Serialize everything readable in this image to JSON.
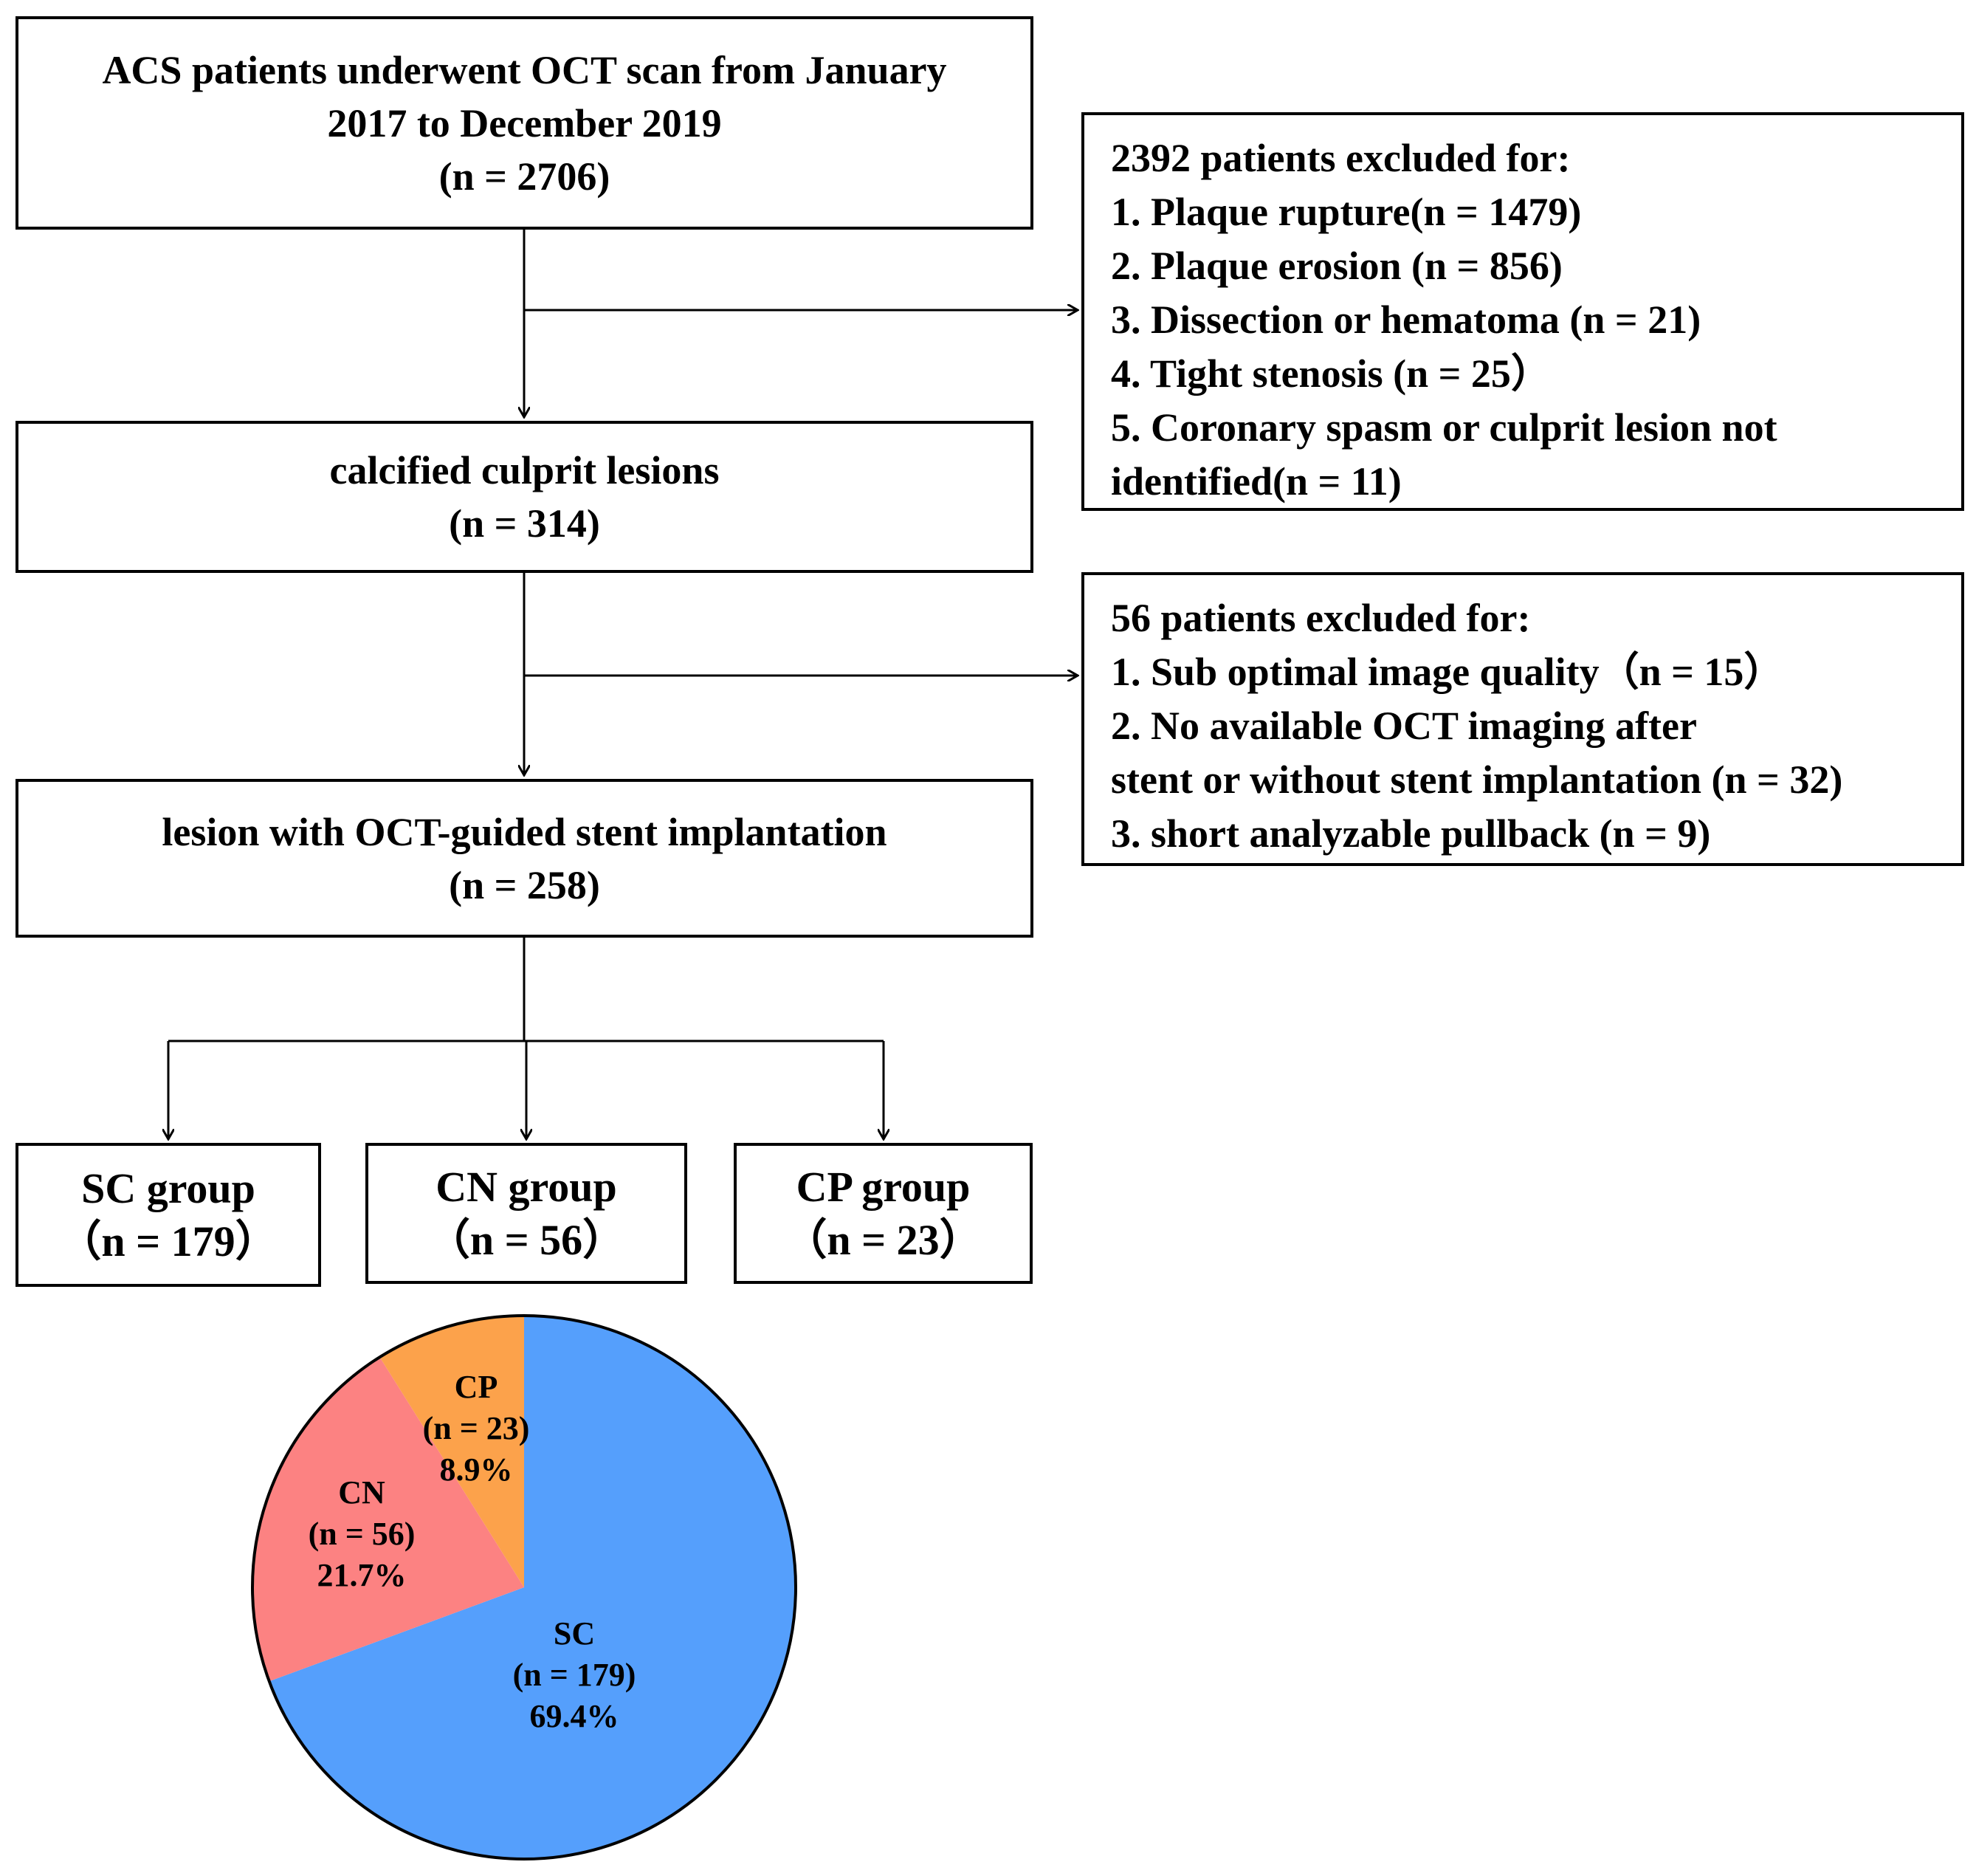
{
  "flow": {
    "start": {
      "line1": "ACS patients underwent OCT scan from January",
      "line2": "2017 to December 2019",
      "count": "(n = 2706)"
    },
    "calcified": {
      "title": "calcified culprit lesions",
      "count": "(n = 314)"
    },
    "stent": {
      "title": "lesion with OCT-guided stent implantation",
      "count": "(n = 258)"
    },
    "groups": [
      {
        "title": "SC group",
        "count": "（n = 179）"
      },
      {
        "title": "CN group",
        "count": "（n = 56）"
      },
      {
        "title": "CP group",
        "count": "（n = 23）"
      }
    ]
  },
  "exclusions": [
    {
      "heading": "2392 patients excluded for:",
      "items": [
        "1. Plaque rupture(n = 1479)",
        "2. Plaque erosion (n = 856)",
        "3. Dissection or hematoma (n = 21)",
        "4. Tight stenosis (n = 25）",
        "5. Coronary spasm or culprit lesion not",
        "identified(n = 11)"
      ]
    },
    {
      "heading": "56 patients excluded for:",
      "items": [
        "1. Sub optimal image quality（n = 15）",
        "2. No available OCT imaging after",
        "stent or without stent implantation (n = 32)",
        "3. short analyzable pullback (n = 9)"
      ]
    }
  ],
  "chart_data": {
    "type": "pie",
    "slices": [
      {
        "label": "SC",
        "count_label": "(n = 179)",
        "pct_label": "69.4%",
        "value": 179,
        "color": "#559ffc"
      },
      {
        "label": "CN",
        "count_label": "(n = 56)",
        "pct_label": "21.7%",
        "value": 56,
        "color": "#fc8282"
      },
      {
        "label": "CP",
        "count_label": "(n = 23)",
        "pct_label": "8.9%",
        "value": 23,
        "color": "#fca24b"
      }
    ]
  }
}
